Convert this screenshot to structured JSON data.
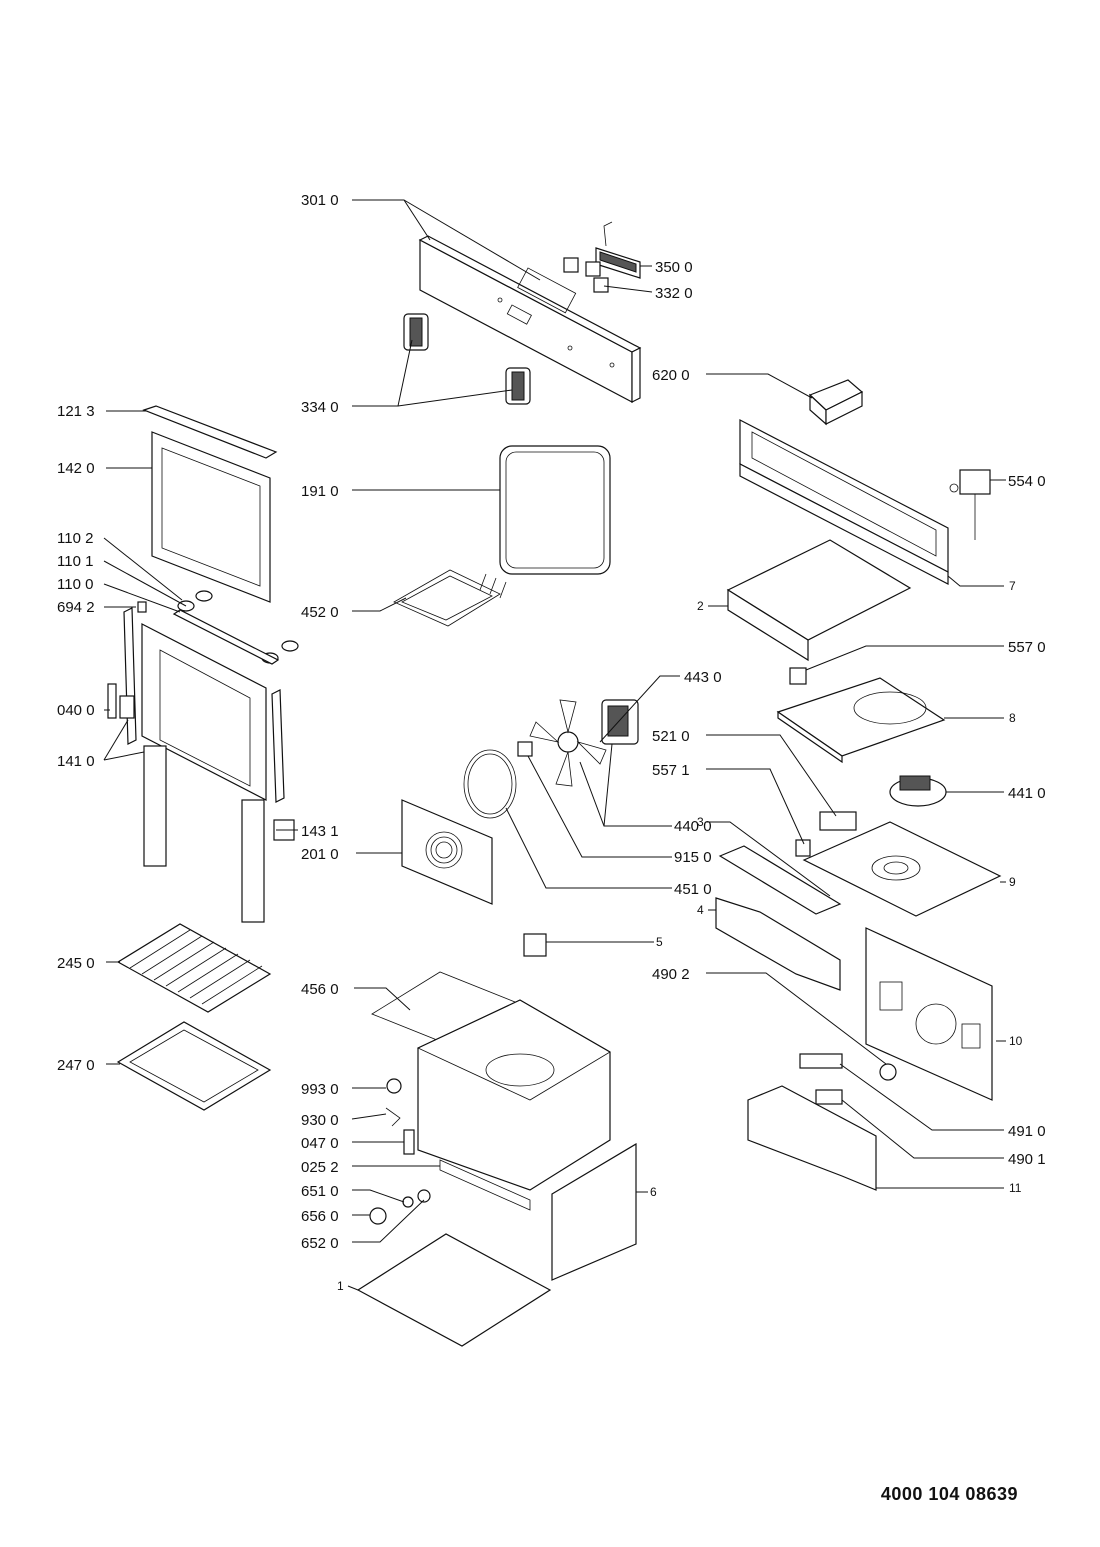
{
  "document_number": "4000 104 08639",
  "callouts": [
    {
      "id": "c3010",
      "text": "301 0"
    },
    {
      "id": "c3500",
      "text": "350 0"
    },
    {
      "id": "c3320",
      "text": "332 0"
    },
    {
      "id": "c6200",
      "text": "620 0"
    },
    {
      "id": "c3340",
      "text": "334 0"
    },
    {
      "id": "c1213",
      "text": "121 3"
    },
    {
      "id": "c1420",
      "text": "142 0"
    },
    {
      "id": "c1910",
      "text": "191 0"
    },
    {
      "id": "c5540",
      "text": "554 0"
    },
    {
      "id": "c1102",
      "text": "110 2"
    },
    {
      "id": "c1101",
      "text": "110 1"
    },
    {
      "id": "c1100",
      "text": "110 0"
    },
    {
      "id": "c6942",
      "text": "694 2"
    },
    {
      "id": "c4520",
      "text": "452 0"
    },
    {
      "id": "c2",
      "text": "2"
    },
    {
      "id": "c7",
      "text": "7"
    },
    {
      "id": "c5570",
      "text": "557 0"
    },
    {
      "id": "c4430",
      "text": "443 0"
    },
    {
      "id": "c0400",
      "text": "040 0"
    },
    {
      "id": "c8",
      "text": "8"
    },
    {
      "id": "c5210",
      "text": "521 0"
    },
    {
      "id": "c1410",
      "text": "141 0"
    },
    {
      "id": "c5571",
      "text": "557 1"
    },
    {
      "id": "c4410",
      "text": "441 0"
    },
    {
      "id": "c3",
      "text": "3"
    },
    {
      "id": "c4400",
      "text": "440 0"
    },
    {
      "id": "c1431",
      "text": "143 1"
    },
    {
      "id": "c2010",
      "text": "201 0"
    },
    {
      "id": "c9150",
      "text": "915 0"
    },
    {
      "id": "c9",
      "text": "9"
    },
    {
      "id": "c4510",
      "text": "451 0"
    },
    {
      "id": "c4",
      "text": "4"
    },
    {
      "id": "c2450",
      "text": "245 0"
    },
    {
      "id": "c5",
      "text": "5"
    },
    {
      "id": "c4560",
      "text": "456 0"
    },
    {
      "id": "c4902",
      "text": "490 2"
    },
    {
      "id": "c2470",
      "text": "247 0"
    },
    {
      "id": "c10",
      "text": "10"
    },
    {
      "id": "c9930",
      "text": "993 0"
    },
    {
      "id": "c9300",
      "text": "930 0"
    },
    {
      "id": "c0470",
      "text": "047 0"
    },
    {
      "id": "c4910",
      "text": "491 0"
    },
    {
      "id": "c0252",
      "text": "025 2"
    },
    {
      "id": "c4901",
      "text": "490 1"
    },
    {
      "id": "c6510",
      "text": "651 0"
    },
    {
      "id": "c6",
      "text": "6"
    },
    {
      "id": "c11",
      "text": "11"
    },
    {
      "id": "c6560",
      "text": "656 0"
    },
    {
      "id": "c6520",
      "text": "652 0"
    },
    {
      "id": "c1",
      "text": "1"
    }
  ]
}
